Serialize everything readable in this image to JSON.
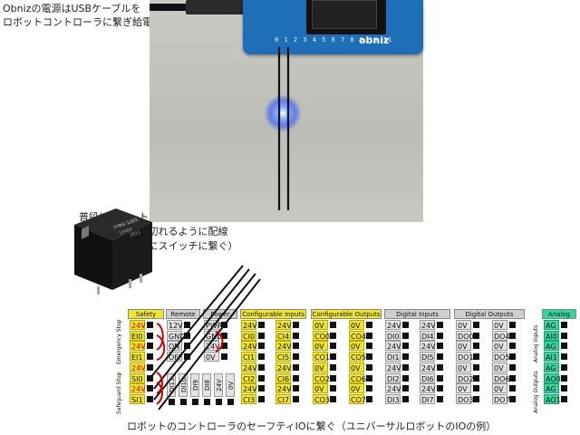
{
  "annotations": {
    "power_line1": "Obnizの電源はUSBケーブルを",
    "power_line2": "ロボットコントローラに繋ぎ給電",
    "relay_line1": "普段はショートしていて、",
    "relay_line2": "LEDが光る時に切れるように配線",
    "relay_line3": "（LEDの代わりにスイッチに繋ぐ）",
    "caption": "ロボットのコントローラのセーフティIOに繋ぐ（ユニバーサルロボットのIOの例）"
  },
  "board": {
    "logo": "obniz",
    "pins": "0 1 2 3 4 5 6 7 8 9 10 11"
  },
  "relay": {
    "l1": "YYRG-12ES",
    "l2": "12VDC",
    "l3": "2011"
  },
  "io": {
    "safety": {
      "header": "Safety",
      "group1_label": "Emergency Stop",
      "group2_label": "Safeguard Stop",
      "rows": [
        "24V",
        "EI0",
        "24V",
        "EI1",
        "24V",
        "SI0",
        "24V",
        "SI1"
      ]
    },
    "remote": {
      "header": "Remote",
      "rows": [
        "12V",
        "GND",
        "ON",
        "OFF"
      ]
    },
    "power": {
      "header": "Power",
      "rows": [
        "PWR",
        "GND",
        "24V",
        "0V"
      ]
    },
    "di_bottom": [
      "DI11",
      "DI10",
      "DI9",
      "DI8",
      "24V",
      "0V"
    ],
    "conf_in": {
      "header": "Configurable Inputs",
      "col1": [
        "24V",
        "CI0",
        "24V",
        "CI1",
        "24V",
        "CI2",
        "24V",
        "CI3"
      ],
      "col2": [
        "24V",
        "CI4",
        "24V",
        "CI5",
        "24V",
        "CI6",
        "24V",
        "CI7"
      ]
    },
    "conf_out": {
      "header": "Configurable Outputs",
      "col1": [
        "0V",
        "CO0",
        "0V",
        "CO1",
        "0V",
        "CO2",
        "0V",
        "CO3"
      ],
      "col2": [
        "0V",
        "CO4",
        "0V",
        "CO5",
        "0V",
        "CO6",
        "0V",
        "CO7"
      ]
    },
    "dig_in": {
      "header": "Digital Inputs",
      "col1": [
        "24V",
        "DI0",
        "24V",
        "DI1",
        "24V",
        "DI2",
        "24V",
        "DI3"
      ],
      "col2": [
        "24V",
        "DI4",
        "24V",
        "DI5",
        "24V",
        "DI6",
        "24V",
        "DI7"
      ]
    },
    "dig_out": {
      "header": "Digital Outputs",
      "col1": [
        "0V",
        "DO0",
        "0V",
        "DO1",
        "0V",
        "DO2",
        "0V",
        "DO3"
      ],
      "col2": [
        "0V",
        "DO4",
        "0V",
        "DO5",
        "0V",
        "DO6",
        "0V",
        "DO7"
      ]
    },
    "analog": {
      "header": "Analog",
      "inputs_label": "Analog Inputs",
      "outputs_label": "Analog Outputs",
      "rows": [
        "AG",
        "AI0",
        "AG",
        "AI1",
        "AG",
        "AO0",
        "AG",
        "AO1"
      ]
    }
  },
  "colors": {
    "safety": "#f1e62a",
    "analog": "#2fd8a0",
    "gray": "#e3e3e3",
    "wire_red": "#d00000",
    "board_blue": "#1e6fb8"
  }
}
